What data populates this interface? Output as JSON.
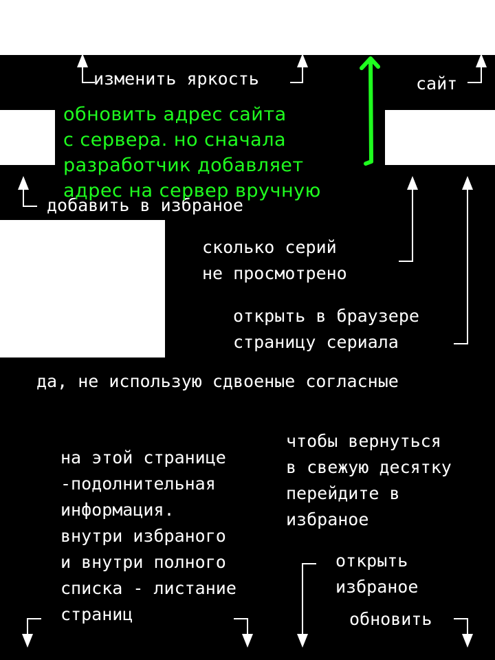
{
  "top": {
    "brightness_hint": "изменить яркость",
    "site_hint": "сайт",
    "server_note": "обновить адрес сайта\nс сервера. но сначала\nразработчик добавляет\nадрес на сервер вручную"
  },
  "middle": {
    "favorite_hint": "добавить в избраное",
    "unwatched_hint": "сколько серий\nне просмотрено",
    "browser_hint": "открыть в браузере\nстраницу сериала",
    "spelling_note": "да, не использую сдвоеные согласные"
  },
  "bottom": {
    "page_info": "на этой странице\n-подолнительная\nинформация.\nвнутри избраного\nи внутри полного\nсписка - листание\nстраниц",
    "return_hint": "чтобы вернуться\nв свежую десятку\nперейдите в\nизбраное",
    "open_favorites_hint": "открыть\nизбраное",
    "refresh_hint": "обновить"
  },
  "colors": {
    "background": "#000000",
    "block": "#ffffff",
    "text": "#ffffff",
    "highlight": "#1fff1f"
  }
}
